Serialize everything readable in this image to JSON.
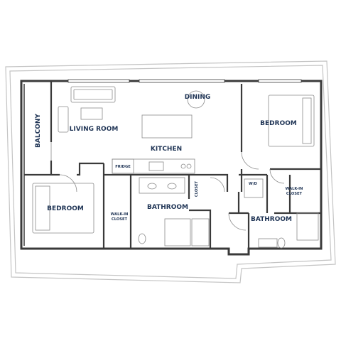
{
  "rooms": {
    "balcony": "BALCONY",
    "living_room": "LIVING ROOM",
    "dining": "DINING",
    "kitchen": "KITCHEN",
    "fridge": "FRIDGE",
    "bedroom_main": "BEDROOM",
    "bedroom_second": "BEDROOM",
    "bathroom_left": "BATHROOM",
    "bathroom_right": "BATHROOM",
    "walkin_closet_left": [
      "WALK-IN",
      "CLOSET"
    ],
    "walkin_closet_right": [
      "WALK-IN",
      "CLOSET"
    ],
    "closet": "CLOSET",
    "washer_dryer": "W/D"
  },
  "colors": {
    "label": "#1f3455",
    "wall": "#3a3a3a",
    "outline": "#c4c4c4",
    "fixture": "#8a8a8a"
  }
}
